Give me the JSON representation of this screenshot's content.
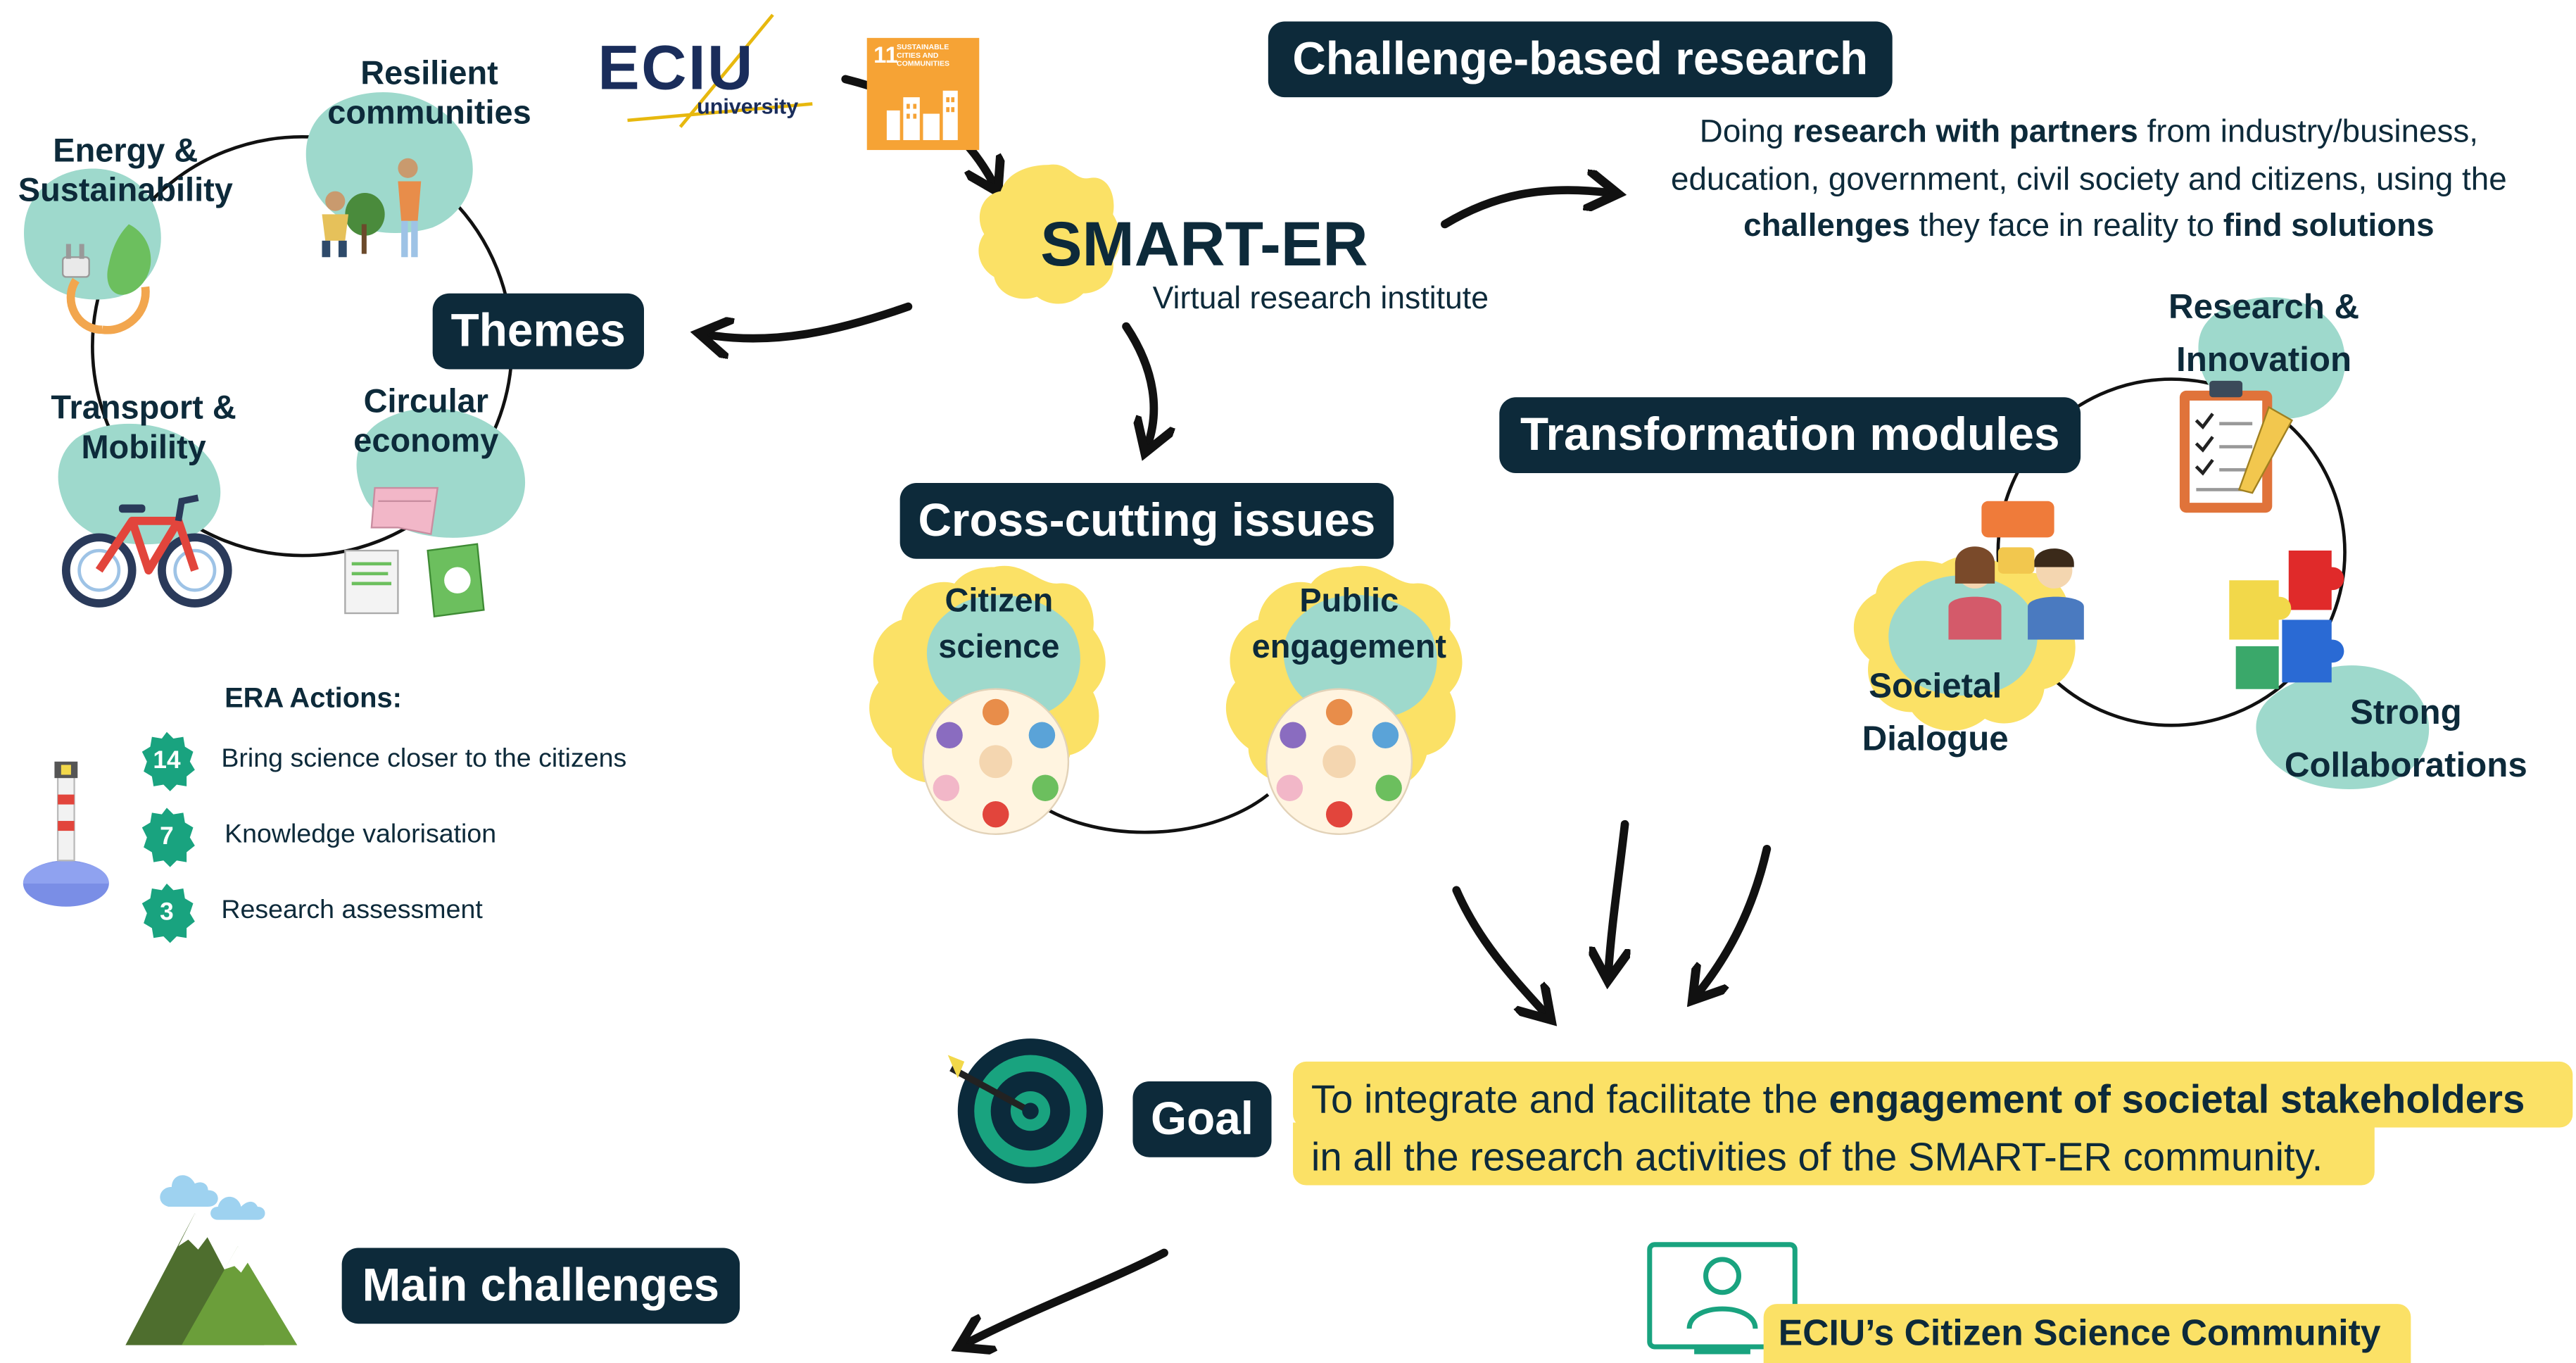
{
  "logo": {
    "wordmark": "ECIU",
    "subtitle": "university"
  },
  "sdg": {
    "number": "11",
    "caption": "SUSTAINABLE CITIES AND COMMUNITIES"
  },
  "center": {
    "title": "SMART-ER",
    "subtitle": "Virtual research institute"
  },
  "challenge_research": {
    "title": "Challenge-based research",
    "line1_a": "Doing ",
    "line1_b": "research with partners",
    "line1_c": " from industry/business,",
    "line2": "education, government, civil society and citizens, using the",
    "line3_a": "challenges",
    "line3_b": " they face in reality to ",
    "line3_c": "find solutions"
  },
  "themes": {
    "title": "Themes",
    "items": [
      {
        "label_1": "Resilient",
        "label_2": "communities"
      },
      {
        "label_1": "Energy &",
        "label_2": "Sustainability"
      },
      {
        "label_1": "Transport &",
        "label_2": "Mobility"
      },
      {
        "label_1": "Circular",
        "label_2": "economy"
      }
    ]
  },
  "cross_cutting": {
    "title": "Cross-cutting issues",
    "items": [
      {
        "label_1": "Citizen",
        "label_2": "science"
      },
      {
        "label_1": "Public",
        "label_2": "engagement"
      }
    ]
  },
  "transformation": {
    "title": "Transformation modules",
    "items": [
      {
        "label_1": "Research &",
        "label_2": "Innovation"
      },
      {
        "label_1": "Societal",
        "label_2": "Dialogue"
      },
      {
        "label_1": "Strong",
        "label_2": "Collaborations"
      }
    ]
  },
  "era": {
    "title": "ERA Actions:",
    "items": [
      {
        "number": "14",
        "text": "Bring science closer to the citizens"
      },
      {
        "number": "7",
        "text": "Knowledge valorisation"
      },
      {
        "number": "3",
        "text": "Research assessment"
      }
    ]
  },
  "goal": {
    "title": "Goal",
    "line1_a": "To integrate and facilitate the ",
    "line1_b": "engagement of societal stakeholders",
    "line2": "in all the research activities of the SMART-ER community."
  },
  "main_challenges": {
    "title": "Main challenges"
  },
  "community": {
    "title": "ECIU’s Citizen Science Community"
  },
  "colors": {
    "navy": "#0d2a3a",
    "yellow": "#fbe166",
    "teal": "#9ed9cc",
    "sdg_orange": "#f6a335",
    "badge_green": "#19a37f"
  }
}
